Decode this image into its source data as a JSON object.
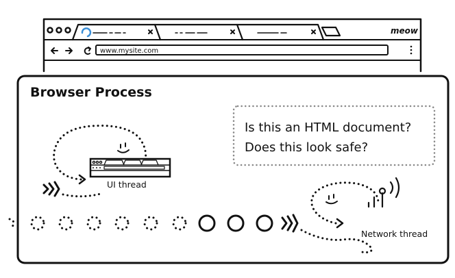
{
  "browser": {
    "brand": "meow",
    "url": "www.mysite.com",
    "menu_icon": "kebab-menu-icon",
    "nav_icons": [
      "back-arrow-icon",
      "forward-arrow-icon",
      "reload-icon"
    ]
  },
  "process": {
    "title": "Browser Process"
  },
  "question": {
    "line1": "Is this an HTML document?",
    "line2": "Does this look safe?"
  },
  "threads": {
    "ui": "UI thread",
    "network": "Network thread"
  },
  "colors": {
    "ink": "#111111",
    "loading_spinner": "#3a8fd8",
    "dotted_border": "#888888",
    "background": "#ffffff"
  }
}
